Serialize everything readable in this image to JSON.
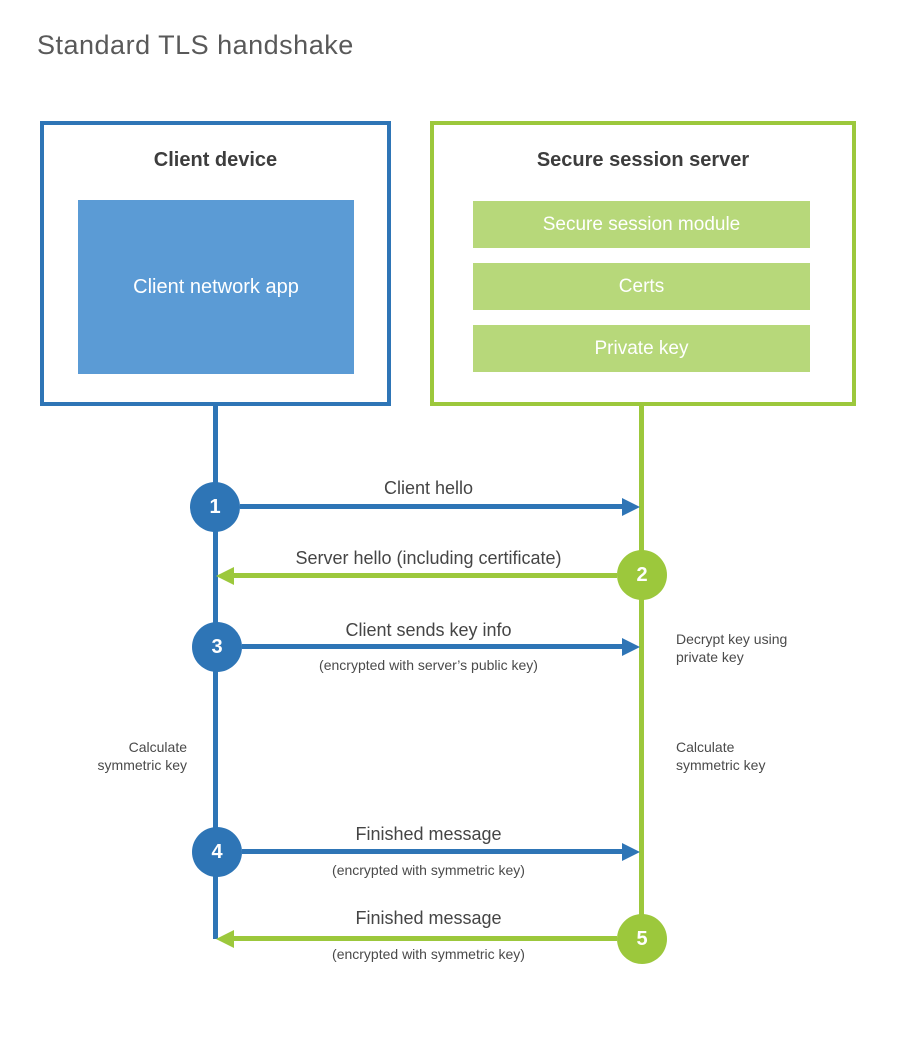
{
  "page": {
    "title": "Standard TLS handshake"
  },
  "colors": {
    "blue": "#2E75B6",
    "light_blue": "#5B9BD5",
    "green": "#9CC83C",
    "light_green": "#B7D87A",
    "heading_text": "#3D3D3D",
    "body_text": "#4A4A4A",
    "title_text": "#595959"
  },
  "client": {
    "title": "Client device",
    "app_label": "Client network app"
  },
  "server": {
    "title": "Secure session server",
    "modules": [
      "Secure session module",
      "Certs",
      "Private key"
    ]
  },
  "steps": [
    {
      "number": "1",
      "label": "Client hello",
      "sublabel": "",
      "direction": "right",
      "color": "blue"
    },
    {
      "number": "2",
      "label": "Server hello (including certificate)",
      "sublabel": "",
      "direction": "left",
      "color": "green"
    },
    {
      "number": "3",
      "label": "Client sends key info",
      "sublabel": "(encrypted with server’s public key)",
      "direction": "right",
      "color": "blue"
    },
    {
      "number": "4",
      "label": "Finished message",
      "sublabel": "(encrypted with symmetric key)",
      "direction": "right",
      "color": "blue"
    },
    {
      "number": "5",
      "label": "Finished message",
      "sublabel": "(encrypted with symmetric key)",
      "direction": "left",
      "color": "green"
    }
  ],
  "notes": {
    "decrypt": "Decrypt key using\nprivate key",
    "calc_left": "Calculate\nsymmetric key",
    "calc_right": "Calculate\nsymmetric key"
  }
}
